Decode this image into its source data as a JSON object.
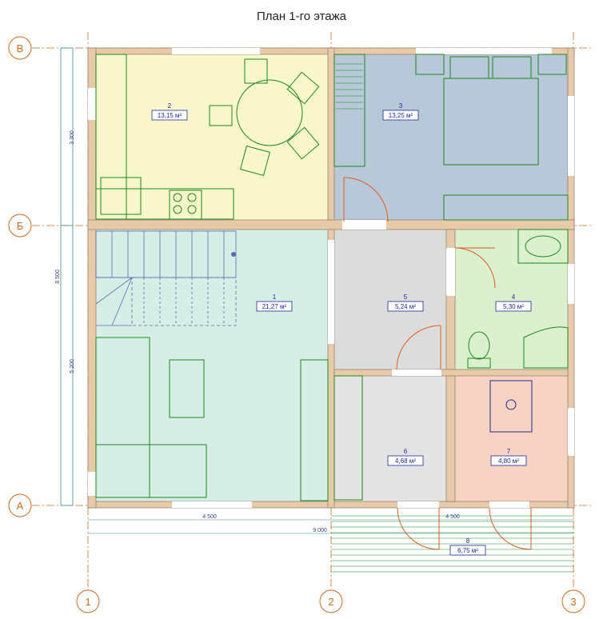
{
  "title": "План 1-го этажа",
  "axes": {
    "rows": [
      "В",
      "Б",
      "А"
    ],
    "cols": [
      "1",
      "2",
      "3"
    ]
  },
  "dimensions": {
    "left_top": "3 300",
    "left_total": "8 500",
    "left_bottom": "5 200",
    "bottom_left": "4 500",
    "bottom_right": "4 500",
    "bottom_total": "9 000"
  },
  "rooms": [
    {
      "num": "1",
      "area": "21,27 м²",
      "color": "#d6eee6"
    },
    {
      "num": "2",
      "area": "13,15 м²",
      "color": "#fbf7cc"
    },
    {
      "num": "3",
      "area": "13,25 м²",
      "color": "#b9c8d8"
    },
    {
      "num": "4",
      "area": "5,30 м²",
      "color": "#dbf0cf"
    },
    {
      "num": "5",
      "area": "5,24 м²",
      "color": "#dcdcdc"
    },
    {
      "num": "6",
      "area": "4,68 м²",
      "color": "#e4e4e4"
    },
    {
      "num": "7",
      "area": "4,80 м²",
      "color": "#f6d3c2"
    },
    {
      "num": "8",
      "area": "6,75 м²",
      "color": "#ffffff"
    }
  ],
  "colors": {
    "wall": "#e8c9a8",
    "axis": "#d2691e",
    "furniture": "#1a8a1a",
    "label_border": "#1a2a9a"
  }
}
